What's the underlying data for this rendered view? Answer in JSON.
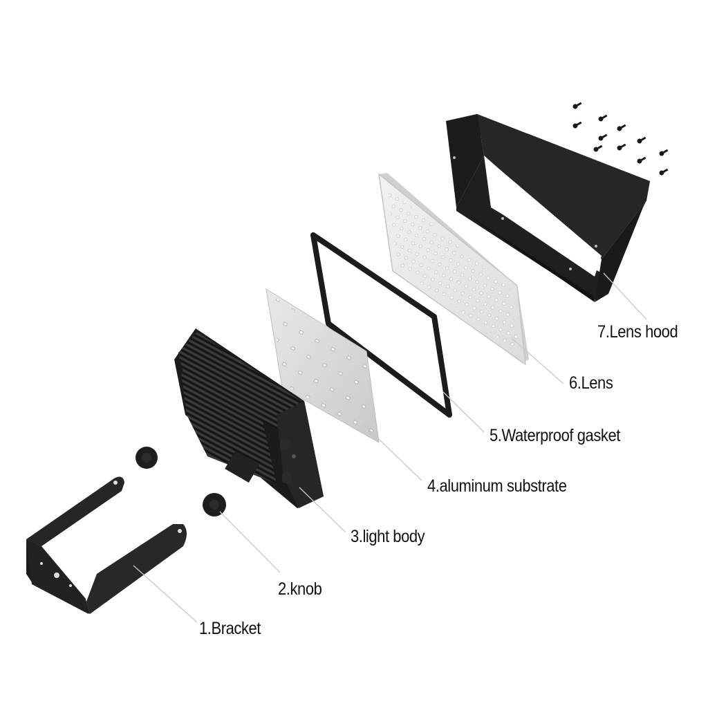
{
  "diagram": {
    "type": "exploded-view",
    "subject": "LED flood light assembly",
    "colors": {
      "background": "#ffffff",
      "metal_black": "#1e1e1e",
      "metal_dark": "#2a2a2a",
      "substrate": "#d8d8d8",
      "lens": "#e6e6e6",
      "leader_line": "#c8c8c8",
      "label_text": "#111111"
    },
    "parts": [
      {
        "id": 1,
        "label": "1.Bracket",
        "name": "Bracket"
      },
      {
        "id": 2,
        "label": "2.knob",
        "name": "knob"
      },
      {
        "id": 3,
        "label": "3.light body",
        "name": "light body"
      },
      {
        "id": 4,
        "label": "4.aluminum substrate",
        "name": "aluminum substrate"
      },
      {
        "id": 5,
        "label": "5.Waterproof gasket",
        "name": "Waterproof gasket"
      },
      {
        "id": 6,
        "label": "6.Lens",
        "name": "Lens"
      },
      {
        "id": 7,
        "label": "7.Lens hood",
        "name": "Lens hood"
      }
    ],
    "screws_count": 11
  }
}
